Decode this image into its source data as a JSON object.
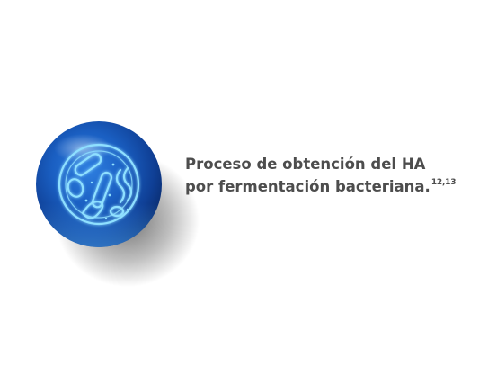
{
  "heading": {
    "line1": "Proceso de obtención del HA",
    "line2": "por fermentación bacteriana.",
    "citation": "12,13"
  },
  "icon": {
    "name": "bacteria-petri-dish-icon",
    "sphere_color": "#1559b8",
    "glow_color": "#8fe0ff"
  },
  "colors": {
    "text": "#4d4d4d",
    "background": "#ffffff"
  }
}
